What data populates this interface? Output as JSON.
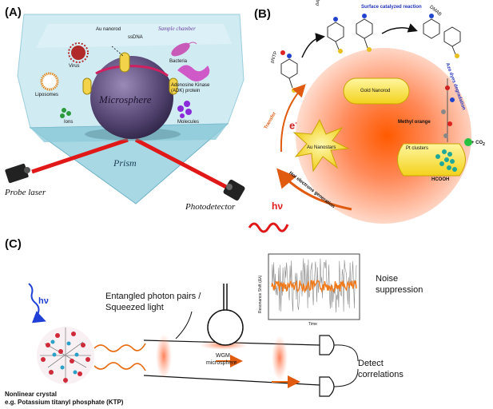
{
  "panel_a": {
    "tag": "(A)",
    "sample_chamber": "Sample chamber",
    "au_nanorod": "Au nanorod",
    "ssdna": "ssDNA",
    "virus": "Virus",
    "bacteria": "Bacteria",
    "liposomes": "Liposomes",
    "adk_line1": "Adenosine Kinase",
    "adk_line2": "(ADK) protein",
    "ions": "Ions",
    "microsphere": "Microsphere",
    "molecules": "Molecules",
    "prism": "Prism",
    "probe_laser": "Probe laser",
    "photodetector": "Photodetector"
  },
  "panel_b": {
    "tag": "(B)",
    "patp": "pATP",
    "dmab": "DMAB",
    "pntp": "pNTP",
    "surface_reaction": "Surface catalyzed reaction",
    "azo": "Azo dyes degradation",
    "gold_nanorod": "Gold Nanorod",
    "transfer": "Transfer",
    "electron": "e",
    "electron_sup": "-",
    "au_nanostars": "Au Nanostars",
    "methyl_orange": "Methyl orange",
    "pt_clusters": "Pt clusters",
    "co2": "+ CO",
    "co2_sub": "2",
    "hcooh": "HCOOH",
    "hot_electrons": "Hot electrons generation",
    "hv": "hν"
  },
  "panel_c": {
    "tag": "(C)",
    "hv": "hν",
    "entangled_line1": "Entangled photon pairs /",
    "entangled_line2": "Squeezed light",
    "wgm_line1": "WGM",
    "wgm_line2": "microsphere",
    "noise_line1": "Noise",
    "noise_line2": "suppression",
    "inset_ylabel": "Resonance Shift (Δλ)",
    "inset_xlabel": "Time",
    "detect_line1": "Detect",
    "detect_line2": "correlations",
    "crystal_line1": "Nonlinear crystal",
    "crystal_line2": "e.g. Potassium titanyl phosphate (KTP)"
  },
  "colors": {
    "prism_face": "#bfe3ee",
    "sphere": "#5a4a78",
    "laser": "#e01818",
    "sun_core": "#ff6a00",
    "sun_edge": "#ffe0cc",
    "nanorod": "#ffe14a",
    "wave_blue": "#1f3fd6",
    "wave_orange": "#e86a10",
    "noise_grey": "#8a8a8a",
    "noise_orange": "#f07a1a",
    "reaction_blue": "#2233bb"
  }
}
